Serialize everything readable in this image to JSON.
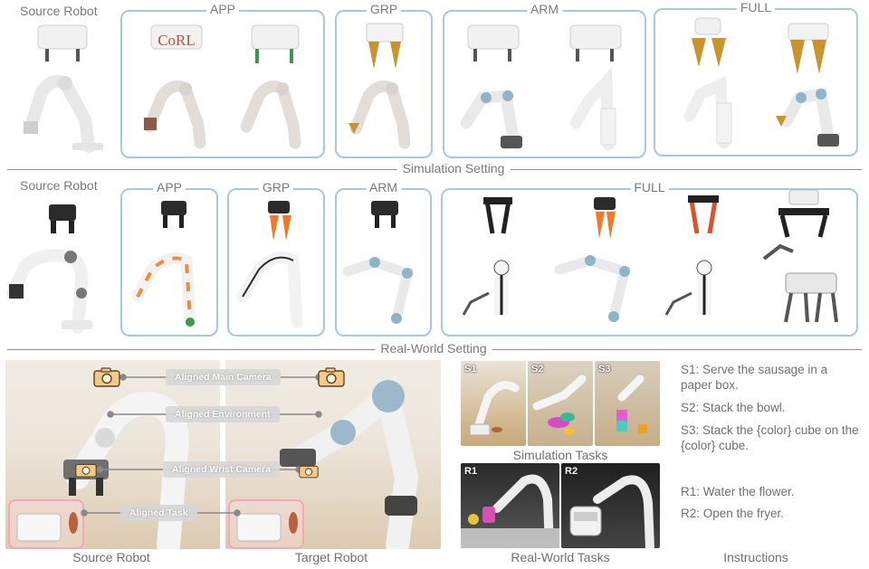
{
  "sim": {
    "source_label": "Source Robot",
    "groups": [
      "APP",
      "GRP",
      "ARM",
      "FULL"
    ],
    "corl_text": "CoRL",
    "divider_label": "Simulation Setting"
  },
  "real": {
    "source_label": "Source Robot",
    "groups": [
      "APP",
      "GRP",
      "ARM",
      "FULL"
    ],
    "divider_label": "Real-World Setting"
  },
  "bottom": {
    "alignment_labels": [
      "Aligned Main Camera",
      "Aligned Environment",
      "Aligned Wrist Camera",
      "Aligned Task"
    ],
    "source_caption": "Source Robot",
    "target_caption": "Target Robot",
    "sim_tasks_caption": "Simulation Tasks",
    "real_tasks_caption": "Real-World Tasks",
    "instructions_caption": "Instructions",
    "sim_badges": [
      "S1",
      "S2",
      "S3"
    ],
    "real_badges": [
      "R1",
      "R2"
    ],
    "instructions": [
      "S1: Serve the sausage in a paper box.",
      "S2: Stack the bowl.",
      "S3: Stack the {color} cube on the {color} cube.",
      "R1: Water the flower.",
      "R2: Open the fryer."
    ]
  },
  "colors": {
    "group_border": "#a9c7dd",
    "divider": "#8f8f8f",
    "highlight_pink": "#f2a9b5",
    "camera_icon": "#f3c98a"
  }
}
